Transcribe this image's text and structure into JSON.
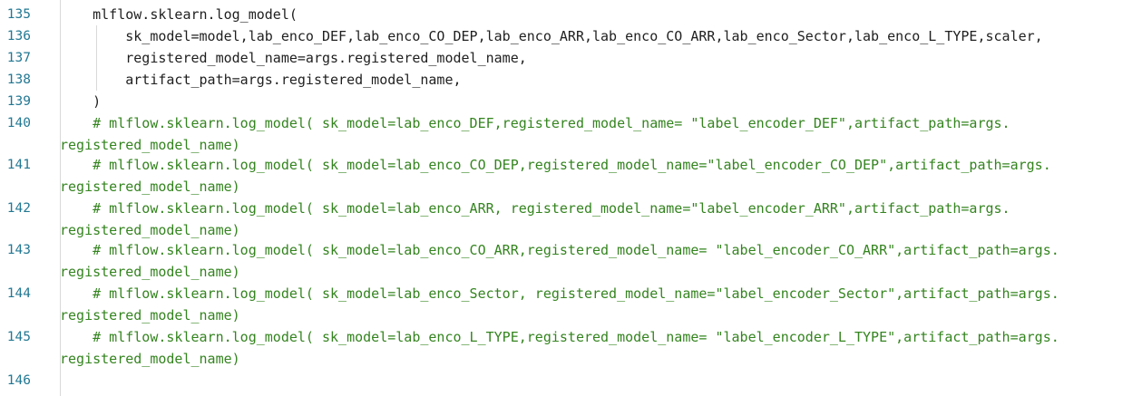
{
  "editor": {
    "language": "python",
    "colors": {
      "background": "#ffffff",
      "line_number": "#237893",
      "code": "#1f1f1f",
      "comment": "#34841f",
      "indent_guide": "#d9d9d9"
    },
    "lines": [
      {
        "number": "135",
        "kind": "code",
        "segments": [
          "    mlflow.sklearn.log_model("
        ]
      },
      {
        "number": "136",
        "kind": "code",
        "segments": [
          "        sk_model=model,lab_enco_DEF,lab_enco_CO_DEP,lab_enco_ARR,lab_enco_CO_ARR,lab_enco_Sector,lab_enco_L_TYPE,scaler,"
        ]
      },
      {
        "number": "137",
        "kind": "code",
        "segments": [
          "        registered_model_name=args.registered_model_name,"
        ]
      },
      {
        "number": "138",
        "kind": "code",
        "segments": [
          "        artifact_path=args.registered_model_name,"
        ]
      },
      {
        "number": "139",
        "kind": "code",
        "segments": [
          "    )"
        ]
      },
      {
        "number": "140",
        "kind": "comment",
        "segments": [
          "    # mlflow.sklearn.log_model( sk_model=lab_enco_DEF,registered_model_name= \"label_encoder_DEF\",artifact_path=args.",
          "registered_model_name)"
        ]
      },
      {
        "number": "141",
        "kind": "comment",
        "segments": [
          "    # mlflow.sklearn.log_model( sk_model=lab_enco_CO_DEP,registered_model_name=\"label_encoder_CO_DEP\",artifact_path=args.",
          "registered_model_name)"
        ]
      },
      {
        "number": "142",
        "kind": "comment",
        "segments": [
          "    # mlflow.sklearn.log_model( sk_model=lab_enco_ARR, registered_model_name=\"label_encoder_ARR\",artifact_path=args.",
          "registered_model_name)"
        ]
      },
      {
        "number": "143",
        "kind": "comment",
        "segments": [
          "    # mlflow.sklearn.log_model( sk_model=lab_enco_CO_ARR,registered_model_name= \"label_encoder_CO_ARR\",artifact_path=args.",
          "registered_model_name)"
        ]
      },
      {
        "number": "144",
        "kind": "comment",
        "segments": [
          "    # mlflow.sklearn.log_model( sk_model=lab_enco_Sector, registered_model_name=\"label_encoder_Sector\",artifact_path=args.",
          "registered_model_name)"
        ]
      },
      {
        "number": "145",
        "kind": "comment",
        "segments": [
          "    # mlflow.sklearn.log_model( sk_model=lab_enco_L_TYPE,registered_model_name= \"label_encoder_L_TYPE\",artifact_path=args.",
          "registered_model_name)"
        ]
      },
      {
        "number": "146",
        "kind": "code",
        "segments": [
          ""
        ]
      }
    ]
  }
}
